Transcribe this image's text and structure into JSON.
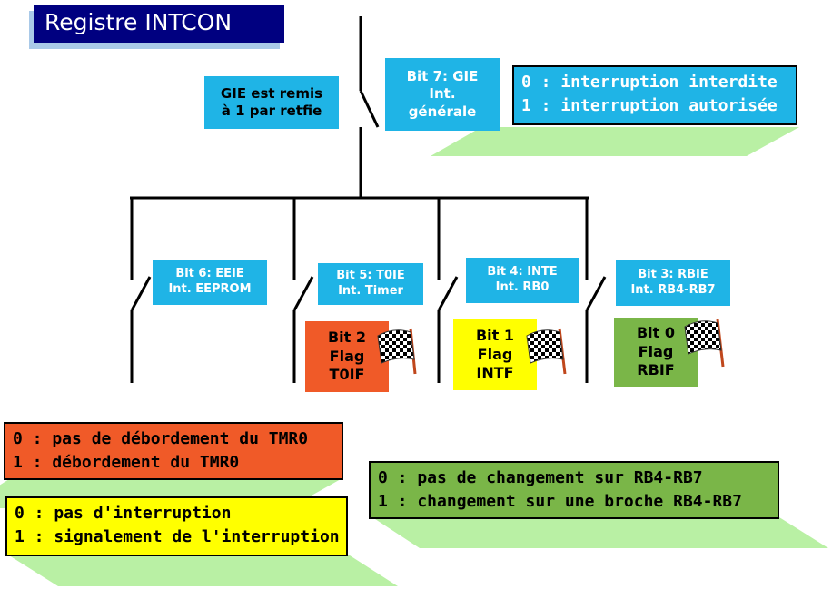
{
  "title": "Registre INTCON",
  "gie_note": [
    "GIE est remis",
    "à 1 par retfie"
  ],
  "bit7": [
    "Bit 7: GIE",
    "Int.",
    "générale"
  ],
  "bit7_legend": [
    "0 : interruption interdite",
    "1 : interruption autorisée"
  ],
  "bits": [
    {
      "lines": [
        "Bit 6: EEIE",
        "Int. EEPROM"
      ]
    },
    {
      "lines": [
        "Bit 5: T0IE",
        "Int. Timer"
      ]
    },
    {
      "lines": [
        "Bit 4: INTE",
        "Int. RB0"
      ]
    },
    {
      "lines": [
        "Bit 3: RBIE",
        "Int. RB4-RB7"
      ]
    }
  ],
  "flags": [
    {
      "lines": [
        "Bit 2",
        "Flag",
        "T0IF"
      ],
      "color": "#f05a28"
    },
    {
      "lines": [
        "Bit 1",
        "Flag",
        "INTF"
      ],
      "color": "#ffff00"
    },
    {
      "lines": [
        "Bit 0",
        "Flag",
        "RBIF"
      ],
      "color": "#7ab648"
    }
  ],
  "legend_tmr0": [
    "0 : pas de débordement du TMR0",
    "1 : débordement du TMR0"
  ],
  "legend_intf": [
    "0 : pas d'interruption",
    "1 : signalement de l'interruption"
  ],
  "legend_rb": [
    "0 : pas de changement sur RB4-RB7",
    "1 : changement sur une broche RB4-RB7"
  ],
  "colors": {
    "cyan": "#1fb4e6",
    "navy": "#000080",
    "shadow_green": "#b9f0a4",
    "orange": "#f05a28",
    "yellow": "#ffff00",
    "green": "#7ab648"
  }
}
